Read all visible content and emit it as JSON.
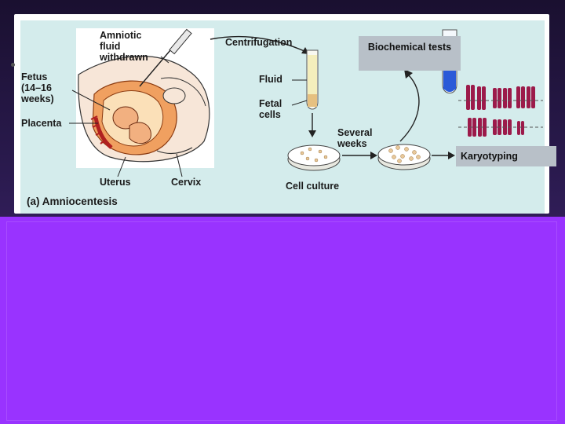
{
  "diagram": {
    "labels": {
      "amniotic_fluid_withdrawn": "Amniotic\nfluid\nwithdrawn",
      "fetus": "Fetus\n(14–16\nweeks)",
      "placenta": "Placenta",
      "uterus": "Uterus",
      "cervix": "Cervix",
      "caption": "(a) Amniocentesis",
      "centrifugation": "Centrifugation",
      "fluid": "Fluid",
      "fetal_cells": "Fetal\ncells",
      "several_weeks": "Several\nweeks",
      "cell_culture": "Cell culture",
      "biochemical_tests": "Biochemical\ntests",
      "karyotyping": "Karyotyping"
    },
    "colors": {
      "panel_bg": "#d4ecec",
      "chromosome": "#9c1a4a",
      "bottom_block": "#9933ff",
      "fetus_tissue": "#f0a060"
    }
  }
}
